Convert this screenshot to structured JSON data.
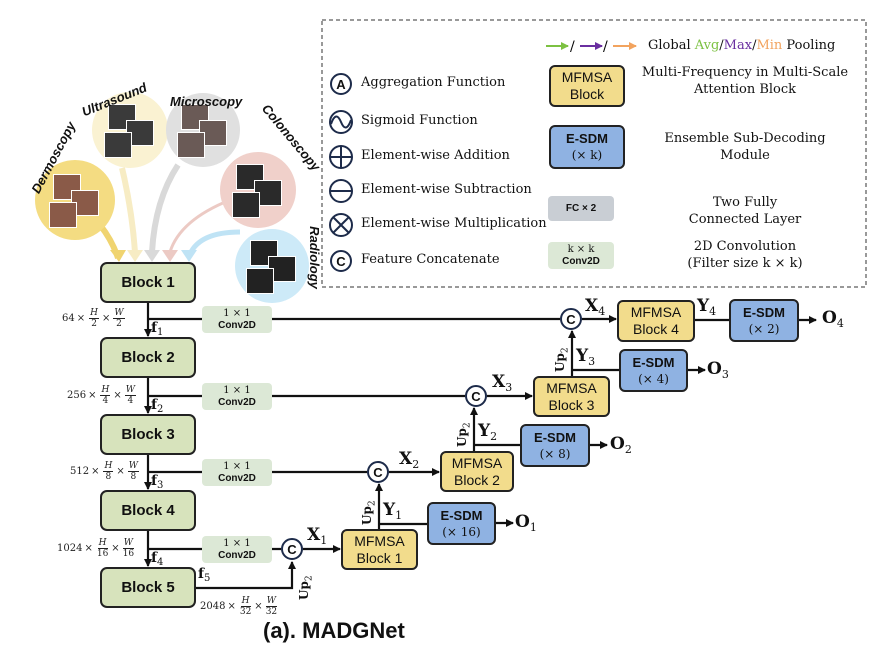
{
  "title": "(a). MADGNet",
  "modalities": [
    {
      "label": "Dermoscopy",
      "color": "#f4dc82"
    },
    {
      "label": "Ultrasound",
      "color": "#faf2d2"
    },
    {
      "label": "Microscopy",
      "color": "#e0e0e0"
    },
    {
      "label": "Colonoscopy",
      "color": "#f0d0ca"
    },
    {
      "label": "Radiology",
      "color": "#cdeaf8"
    }
  ],
  "encoder": {
    "blocks": [
      "Block 1",
      "Block 2",
      "Block 3",
      "Block 4",
      "Block 5"
    ],
    "features": [
      {
        "base": "f",
        "sub": "1"
      },
      {
        "base": "f",
        "sub": "2"
      },
      {
        "base": "f",
        "sub": "3"
      },
      {
        "base": "f",
        "sub": "4"
      },
      {
        "base": "f",
        "sub": "5"
      }
    ],
    "shapes": [
      {
        "channels": "64",
        "times": "×",
        "h": "H",
        "hd": "2",
        "w": "W",
        "wd": "2"
      },
      {
        "channels": "256",
        "times": "×",
        "h": "H",
        "hd": "4",
        "w": "W",
        "wd": "4"
      },
      {
        "channels": "512",
        "times": "×",
        "h": "H",
        "hd": "8",
        "w": "W",
        "wd": "8"
      },
      {
        "channels": "1024",
        "times": "×",
        "h": "H",
        "hd": "16",
        "w": "W",
        "wd": "16"
      },
      {
        "channels": "2048",
        "times": "×",
        "h": "H",
        "hd": "32",
        "w": "W",
        "wd": "32"
      }
    ],
    "conv": {
      "kernel": "1 × 1",
      "label": "Conv2D"
    }
  },
  "decoder": {
    "concat_label": "C",
    "upsample": {
      "base": "Up",
      "sub": "2"
    },
    "mfmsa": [
      {
        "l1": "MFMSA",
        "l2": "Block 1"
      },
      {
        "l1": "MFMSA",
        "l2": "Block 2"
      },
      {
        "l1": "MFMSA",
        "l2": "Block 3"
      },
      {
        "l1": "MFMSA",
        "l2": "Block 4"
      }
    ],
    "esdm": [
      {
        "l1": "E-SDM",
        "l2": "(× 16)"
      },
      {
        "l1": "E-SDM",
        "l2": "(× 8)"
      },
      {
        "l1": "E-SDM",
        "l2": "(× 4)"
      },
      {
        "l1": "E-SDM",
        "l2": "(× 2)"
      }
    ],
    "x_labels": [
      {
        "base": "X",
        "sub": "1"
      },
      {
        "base": "X",
        "sub": "2"
      },
      {
        "base": "X",
        "sub": "3"
      },
      {
        "base": "X",
        "sub": "4"
      }
    ],
    "y_labels": [
      {
        "base": "Y",
        "sub": "1"
      },
      {
        "base": "Y",
        "sub": "2"
      },
      {
        "base": "Y",
        "sub": "3"
      },
      {
        "base": "Y",
        "sub": "4"
      }
    ],
    "outputs": [
      {
        "base": "O",
        "sub": "1"
      },
      {
        "base": "O",
        "sub": "2"
      },
      {
        "base": "O",
        "sub": "3"
      },
      {
        "base": "O",
        "sub": "4"
      }
    ]
  },
  "legend": {
    "pooling": {
      "prefix": "Global ",
      "avg": "Avg",
      "sep": "/",
      "max": "Max",
      "min": "Min",
      "suffix": " Pooling",
      "colors": {
        "avg": "#7cc142",
        "max": "#6a2fa0",
        "min": "#f2a35e"
      }
    },
    "symbols": [
      {
        "icon": "aggregation-icon",
        "glyph": "A",
        "label": "Aggregation  Function"
      },
      {
        "icon": "sigmoid-icon",
        "label": "Sigmoid Function"
      },
      {
        "icon": "addition-icon",
        "label": "Element-wise Addition"
      },
      {
        "icon": "subtraction-icon",
        "label": "Element-wise Subtraction"
      },
      {
        "icon": "multiplication-icon",
        "label": "Element-wise Multiplication"
      },
      {
        "icon": "concatenate-icon",
        "glyph": "C",
        "label": "Feature Concatenate"
      }
    ],
    "mfmsa": {
      "l1": "MFMSA",
      "l2": "Block",
      "desc1": "Multi-Frequency in  Multi-Scale",
      "desc2": "Attention Block"
    },
    "esdm": {
      "l1": "E-SDM",
      "l2": "(× k)",
      "desc1": "Ensemble  Sub-Decoding",
      "desc2": "Module"
    },
    "fc": {
      "label": "FC × 2",
      "desc1": "Two Fully",
      "desc2": "Connected Layer"
    },
    "conv": {
      "l1": "k × k",
      "l2": "Conv2D",
      "desc1": "2D Convolution",
      "desc2": "(Filter size k × k)"
    }
  }
}
